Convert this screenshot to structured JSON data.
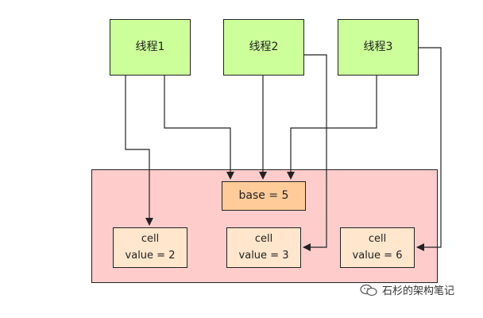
{
  "threads": [
    {
      "label": "线程1"
    },
    {
      "label": "线程2"
    },
    {
      "label": "线程3"
    }
  ],
  "base": {
    "label": "base = 5"
  },
  "cells": [
    {
      "label": "cell\nvalue = 2"
    },
    {
      "label": "cell\nvalue = 3"
    },
    {
      "label": "cell\nvalue = 6"
    }
  ],
  "watermark": {
    "icon": "wechat-icon",
    "text": "石杉的架构笔记"
  },
  "colors": {
    "thread_fill": "#ccff99",
    "base_fill": "#ffcc99",
    "cell_fill": "#ffe6cc",
    "container_fill": "#ffcccc",
    "stroke": "#222222"
  }
}
